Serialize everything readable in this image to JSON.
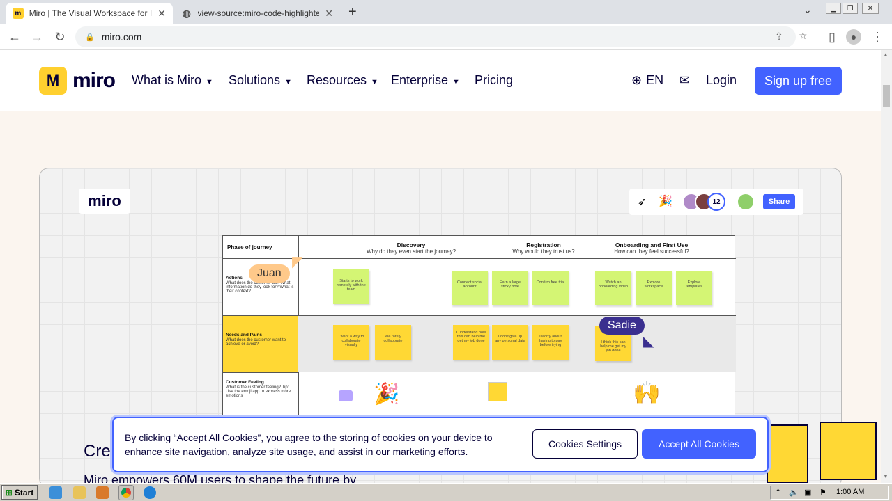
{
  "browser": {
    "tabs": [
      {
        "title": "Miro | The Visual Workspace for Innovation",
        "active": true
      },
      {
        "title": "view-source:miro-code-highlighter.glitch.me",
        "active": false
      }
    ],
    "new_tab_icon": "plus-icon",
    "url": "miro.com"
  },
  "nav": {
    "logo_text": "miro",
    "items": [
      {
        "label": "What is Miro",
        "has_dropdown": true
      },
      {
        "label": "Solutions",
        "has_dropdown": true
      },
      {
        "label": "Resources",
        "has_dropdown": true
      },
      {
        "label": "Enterprise",
        "has_dropdown": true
      },
      {
        "label": "Pricing",
        "has_dropdown": false
      }
    ],
    "language": "EN",
    "login": "Login",
    "signup": "Sign up free"
  },
  "board": {
    "logo_text": "miro",
    "collaborator_count": "12",
    "share_label": "Share",
    "table": {
      "header_label": "Phase of journey",
      "phases": [
        {
          "title": "Discovery",
          "subtitle": "Why do they even start the journey?"
        },
        {
          "title": "Registration",
          "subtitle": "Why would they trust us?"
        },
        {
          "title": "Onboarding and First Use",
          "subtitle": "How can they feel successful?"
        }
      ],
      "rows": [
        {
          "title": "Actions",
          "desc": "What does the customer do? What information do they look for? What is their context?"
        },
        {
          "title": "Needs and Pains",
          "desc": "What does the customer want to achieve or avoid?"
        },
        {
          "title": "Customer Feeling",
          "desc": "What is the customer feeling? Tip: Use the emoji app to express more emotions"
        }
      ],
      "action_notes": [
        "Starts to work remotely with the team",
        "Connect social account",
        "Earn a large sticky note",
        "Confirm free trial",
        "Watch an onboarding video",
        "Explore workspace",
        "Explore templates"
      ],
      "need_notes": [
        "I want a way to collaborate visually",
        "We rarely collaborate",
        "I understand how this can help me get my job done",
        "I don't give up any personal data",
        "I worry about having to pay before trying",
        "I think this can help me get my job done"
      ]
    },
    "cursors": [
      {
        "name": "Juan",
        "color": "#ffc98a"
      },
      {
        "name": "Sadie",
        "color": "#3a2f8f"
      }
    ]
  },
  "hero": {
    "headline_partial": "Cre",
    "subline_partial": "Miro empowers 60M users to shape the future by"
  },
  "cookie_banner": {
    "text": "By clicking “Accept All Cookies”, you agree to the storing of cookies on your device to enhance site navigation, analyze site usage, and assist in our marketing efforts.",
    "settings_label": "Cookies Settings",
    "accept_label": "Accept All Cookies"
  },
  "taskbar": {
    "start_label": "Start",
    "clock": "1:00 AM"
  },
  "colors": {
    "brand_yellow": "#ffd02f",
    "brand_blue": "#4262ff",
    "navy": "#050038"
  }
}
